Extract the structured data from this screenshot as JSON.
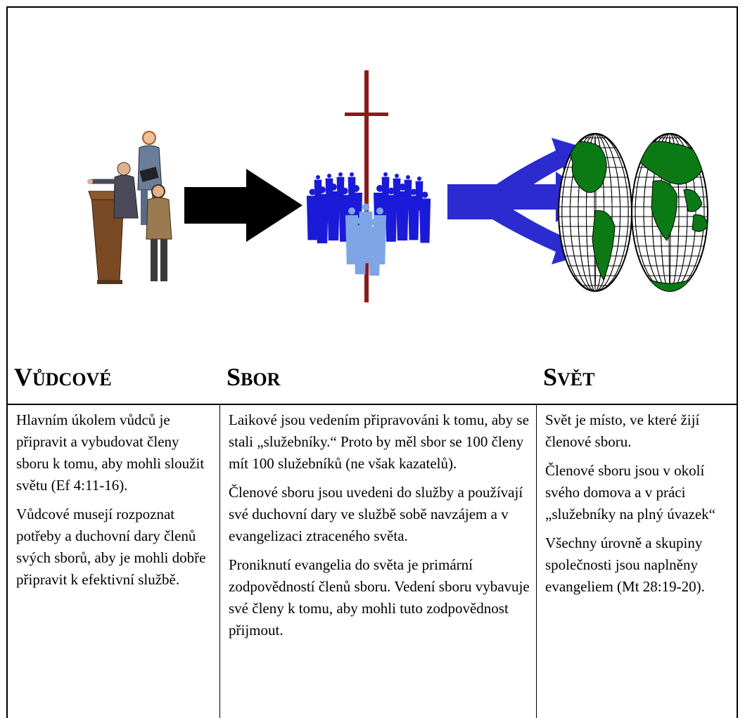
{
  "headings": {
    "leaders": {
      "first": "V",
      "rest": "ŮDCOVÉ"
    },
    "church": {
      "first": "S",
      "rest": "BOR"
    },
    "world": {
      "first": "S",
      "rest": "VĚT"
    }
  },
  "columns": {
    "leaders": [
      "Hlavním úkolem vůdců je připravit a vybudovat členy sboru k tomu, aby mohli sloužit světu (Ef 4:11-16).",
      "Vůdcové musejí rozpoznat potřeby a duchovní dary členů svých sborů, aby je mohli dobře připravit k efektivní službě."
    ],
    "church": [
      "Laikové jsou vedením připravováni k tomu, aby se stali „služebníky.“ Proto by měl sbor se 100 členy mít 100 služebníků (ne však kazatelů).",
      "Členové sboru jsou uvedeni do služby a používají své duchovní dary ve službě sobě navzájem a v evangelizaci ztraceného světa.",
      "Proniknutí evangelia do světa je primární zodpovědností členů sboru. Vedení sboru vybavuje své členy k tomu, aby mohli tuto zodpovědnost přijmout."
    ],
    "world": [
      "Svět je místo, ve které žijí členové sboru.",
      "Členové sboru jsou v okolí svého domova a v práci „služebníky na plný úvazek“",
      "Všechny úrovně a skupiny společnosti jsou naplněny evangeliem (Mt 28:19-20)."
    ]
  },
  "colors": {
    "black_arrow": "#000000",
    "blue_arrows": "#2b2bd0",
    "cross": "#8b1a1a",
    "crowd_dark": "#1a1ad8",
    "crowd_light": "#7ea6e6",
    "land": "#0b7a14",
    "podium": "#7a4a24"
  }
}
